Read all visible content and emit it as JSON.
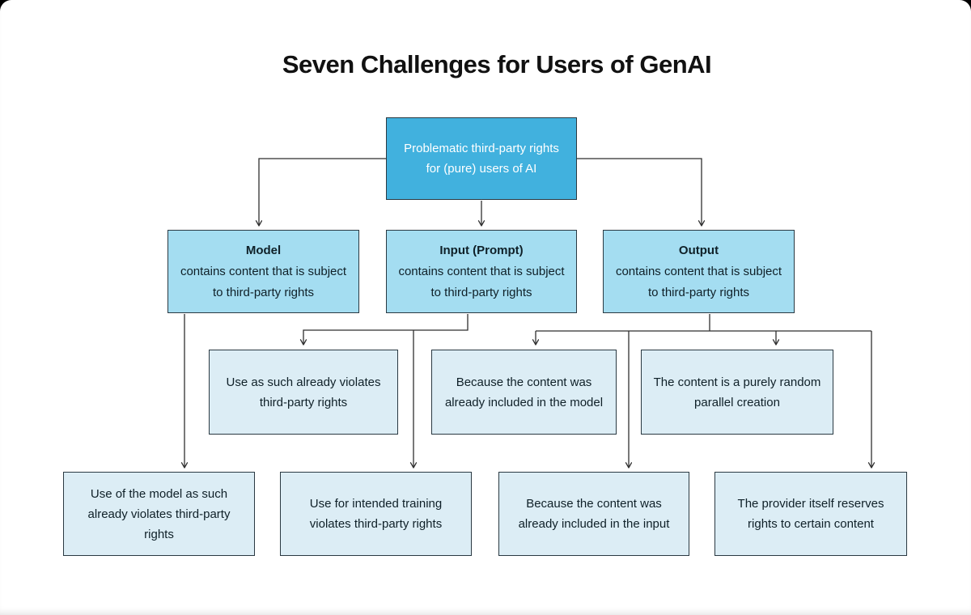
{
  "title": "Seven Challenges for Users of GenAI",
  "nodes": {
    "root": {
      "text": "Problematic third-party rights for (pure) users of AI"
    },
    "branches": [
      {
        "heading": "Model",
        "body": "contains content that is subject to third-party rights"
      },
      {
        "heading": "Input (Prompt)",
        "body": "contains content that is subject to third-party rights"
      },
      {
        "heading": "Output",
        "body": "contains content that is subject to third-party rights"
      }
    ],
    "mid": [
      {
        "text": "Use as such already violates third-party rights"
      },
      {
        "text": "Because the content was already included in the model"
      },
      {
        "text": "The content is a purely random parallel creation"
      }
    ],
    "bottom": [
      {
        "text": "Use of the model as such already violates third-party rights"
      },
      {
        "text": "Use for intended training violates third-party rights"
      },
      {
        "text": "Because the content was already included in the input"
      },
      {
        "text": "The provider itself reserves rights to certain content"
      }
    ]
  },
  "colors": {
    "root-fill": "#41b1de",
    "branch-fill": "#a4ddf1",
    "leaf-fill": "#dcedf5",
    "box-border": "#2a3942",
    "line": "#2f2f2f",
    "text": "#0f2028",
    "root-text": "#ffffff",
    "title": "#111111"
  }
}
